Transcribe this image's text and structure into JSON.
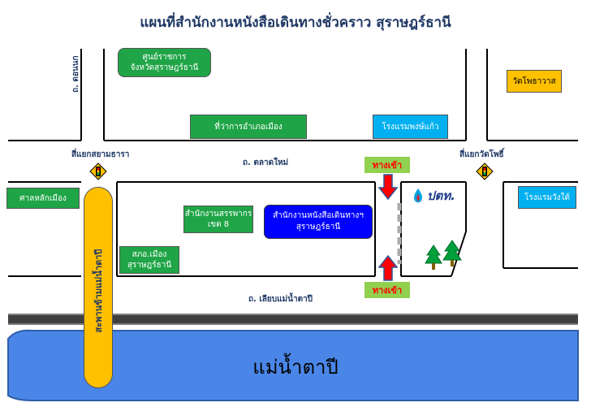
{
  "title": "แผนที่สำนักงานหนังสือเดินทางชั่วคราว สุราษฎร์ธานี",
  "buildings": {
    "provincial_hall": [
      "ศูนย์ราชการ",
      "จังหวัดสุราษฎร์ธานี"
    ],
    "district_office": "ที่ว่าการอำเภอเมือง",
    "wat_pho": "วัดโพธาวาส",
    "hotel_pong": "โรงแรมพงษ์แก้ว",
    "city_pillar": "ศาลหลักเมือง",
    "revenue_office": [
      "สำนักงานสรรพากร",
      "เขต 8"
    ],
    "passport_office": [
      "สำนักงานหนังสือเดินทางฯ",
      "สุราษฎร์ธานี"
    ],
    "police": [
      "สภอ.เมือง",
      "สุราษฎร์ธานี"
    ],
    "hotel_wang": "โรงแรมวังใต้",
    "ptt_logo": "ปตท."
  },
  "roads": {
    "don_nok": "ถ. ดอนนก",
    "talat_mai": "ถ. ตลาดใหม่",
    "riverside": "ถ. เลียบแม่น้ำตาปี",
    "siam_thara_junction": "สี่แยกสยามธารา",
    "wat_pho_junction": "สี่แยกวัดโพธิ์"
  },
  "entrance_label": "ทางเข้า",
  "bridge_label": "สะพานข้ามแม่น้ำตาปี",
  "river_label": "แม่น้ำตาปี",
  "colors": {
    "green": "#1fa547",
    "yellow": "#ffc000",
    "cyan": "#00b0f0",
    "blue": "#0000ff",
    "river": "#4a86e8",
    "road_line": "#000000"
  },
  "icons": [
    "traffic-light-icon",
    "arrow-down-icon",
    "arrow-up-icon",
    "tree-icon",
    "ptt-logo-icon"
  ]
}
